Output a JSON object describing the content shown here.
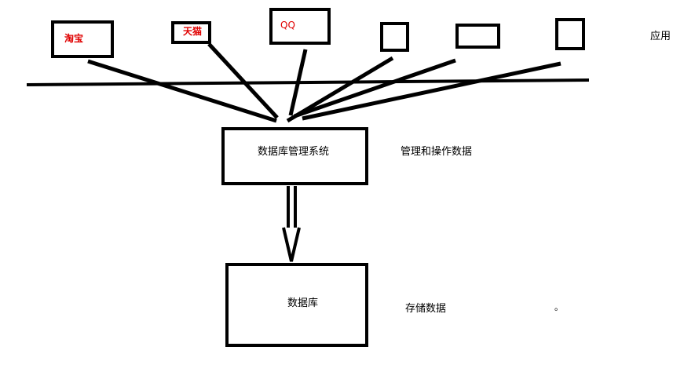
{
  "apps": [
    {
      "label": "淘宝"
    },
    {
      "label": "天猫"
    },
    {
      "label": "QQ"
    },
    {
      "label": ""
    },
    {
      "label": ""
    },
    {
      "label": ""
    }
  ],
  "layer_labels": {
    "app_layer": "应用",
    "dbms_layer": "管理和操作数据",
    "db_layer": "存储数据"
  },
  "dbms": {
    "label": "数据库管理系统"
  },
  "database": {
    "label": "数据库"
  },
  "stray_mark": "。",
  "colors": {
    "stroke": "#000000",
    "app_label": "#e00000"
  }
}
